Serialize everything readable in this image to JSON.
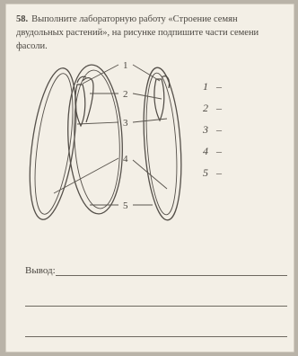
{
  "task": {
    "number": "58.",
    "text": "Выполните лабораторную работу «Строение семян двудольных растений», на рисунке подпишите части семени фасоли."
  },
  "figure": {
    "labels": [
      "1",
      "2",
      "3",
      "4",
      "5"
    ]
  },
  "answers": [
    {
      "num": "1",
      "dash": "–"
    },
    {
      "num": "2",
      "dash": "–"
    },
    {
      "num": "3",
      "dash": "–"
    },
    {
      "num": "4",
      "dash": "–"
    },
    {
      "num": "5",
      "dash": "–"
    }
  ],
  "conclusion": {
    "label": "Вывод:"
  }
}
